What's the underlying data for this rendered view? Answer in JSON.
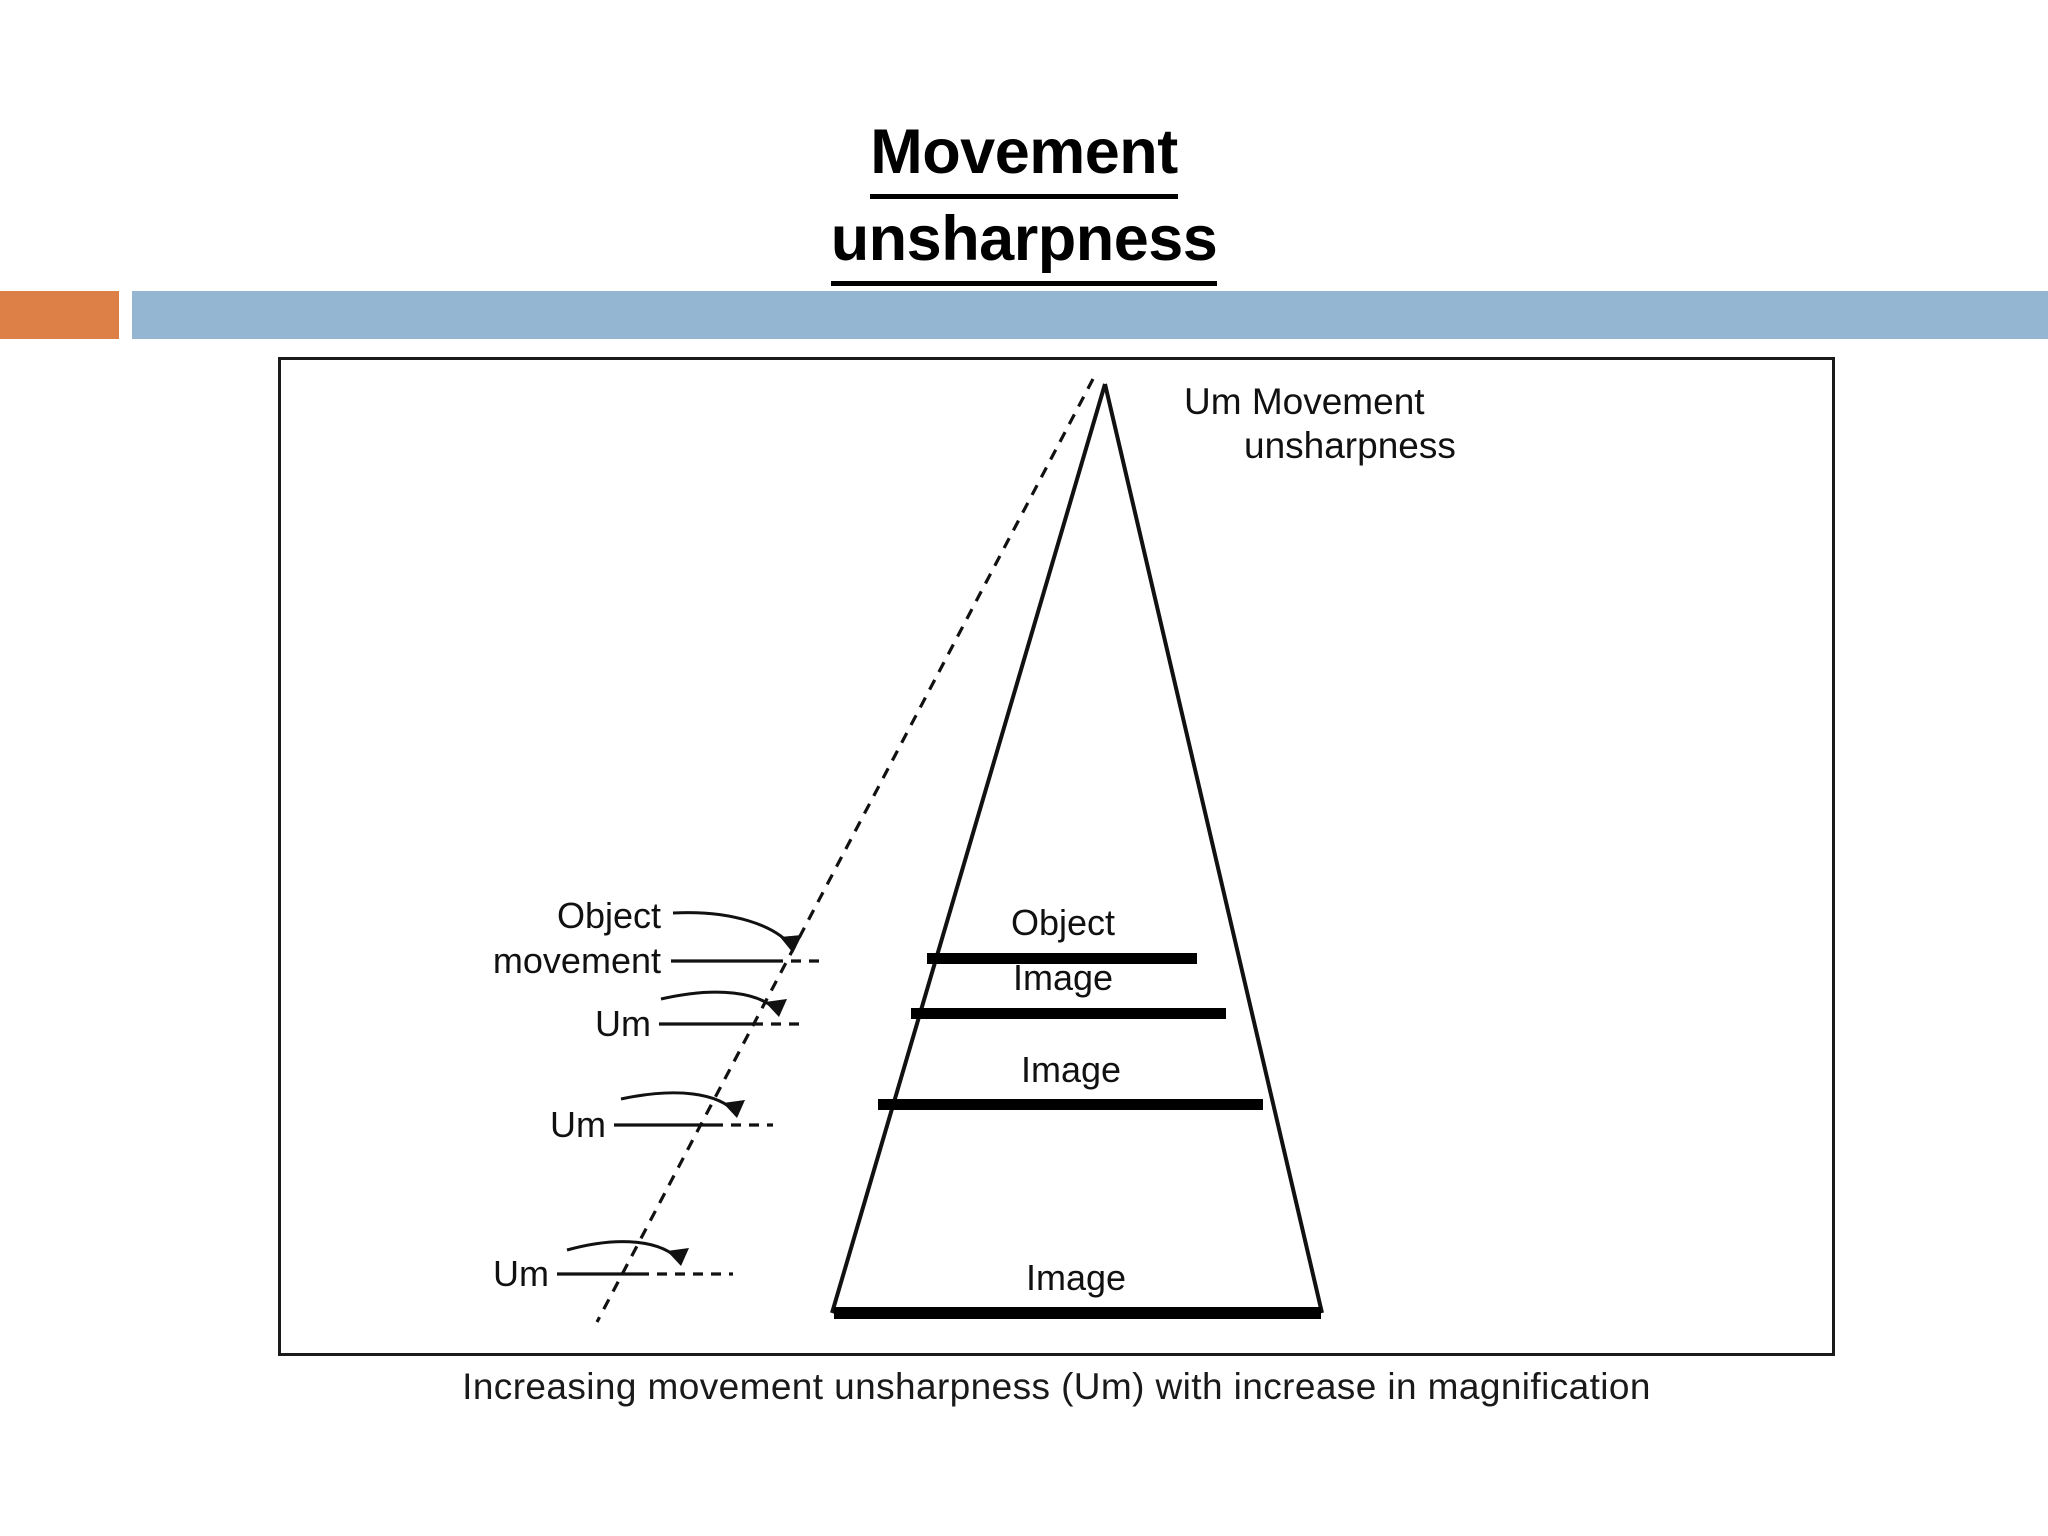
{
  "slide": {
    "background_color": "#ffffff",
    "title": {
      "line1": "Movement",
      "line2": "unsharpness",
      "color": "#000000",
      "underlined": true,
      "bold": true
    },
    "accent_bars": {
      "orange_color": "#DD8047",
      "blue_color": "#94B6D2"
    }
  },
  "figure": {
    "caption": "Increasing movement unsharpness (Um) with increase in magnification",
    "border_color": "#1a1a1a",
    "apex_label": {
      "line1": "Um Movement",
      "line2": "unsharpness"
    },
    "inner_labels": [
      {
        "text": "Object"
      },
      {
        "text": "Image"
      },
      {
        "text": "Image"
      },
      {
        "text": "Image"
      }
    ],
    "left_labels": [
      {
        "line1": "Object",
        "line2": "movement"
      },
      {
        "line1": "Um",
        "line2": ""
      },
      {
        "line1": "Um",
        "line2": ""
      },
      {
        "line1": "Um",
        "line2": ""
      }
    ],
    "bar_color": "#000000",
    "triangle_line_color": "#111111"
  }
}
